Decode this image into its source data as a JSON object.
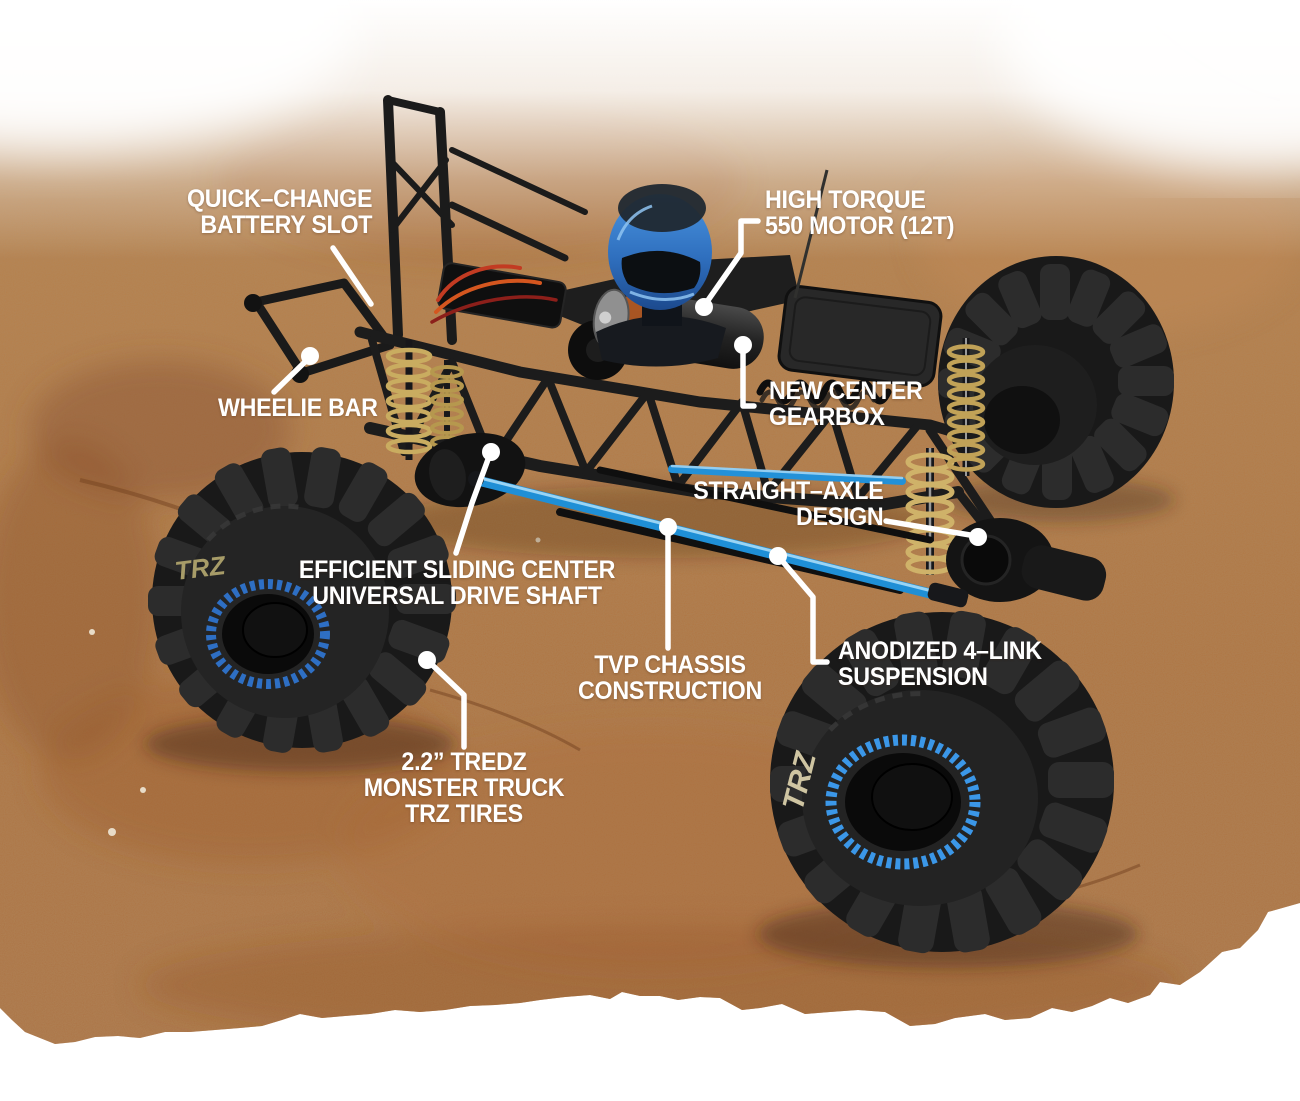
{
  "figure": {
    "description": "Annotated product photo of an RC monster truck chassis on a sandstone slab"
  },
  "colors": {
    "background": "#ffffff",
    "sand": "#b5793f",
    "label_text": "#ffffff",
    "accent_blue": "#2f9be0",
    "bead_blue": "#3b97e8",
    "spring_gold": "#c9ac60",
    "tire_logo_olive": "#a79c68"
  },
  "tire_logo": {
    "text": "TRZ"
  },
  "callouts": [
    {
      "id": "quick-change-battery-slot",
      "label": "QUICK–CHANGE\nBATTERY SLOT"
    },
    {
      "id": "high-torque-550-motor",
      "label": "HIGH TORQUE\n550 MOTOR (12T)"
    },
    {
      "id": "wheelie-bar",
      "label": "WHEELIE BAR"
    },
    {
      "id": "new-center-gearbox",
      "label": "NEW CENTER\nGEARBOX"
    },
    {
      "id": "straight-axle-design",
      "label": "STRAIGHT–AXLE\nDESIGN"
    },
    {
      "id": "efficient-sliding-center-universal-drive-shaft",
      "label": "EFFICIENT SLIDING CENTER\nUNIVERSAL DRIVE SHAFT"
    },
    {
      "id": "tvp-chassis-construction",
      "label": "TVP CHASSIS\nCONSTRUCTION"
    },
    {
      "id": "anodized-4-link-suspension",
      "label": "ANODIZED 4–LINK\nSUSPENSION"
    },
    {
      "id": "tredz-monster-truck-trz-tires",
      "label": "2.2” TREDZ\nMONSTER TRUCK\nTRZ TIRES"
    }
  ]
}
